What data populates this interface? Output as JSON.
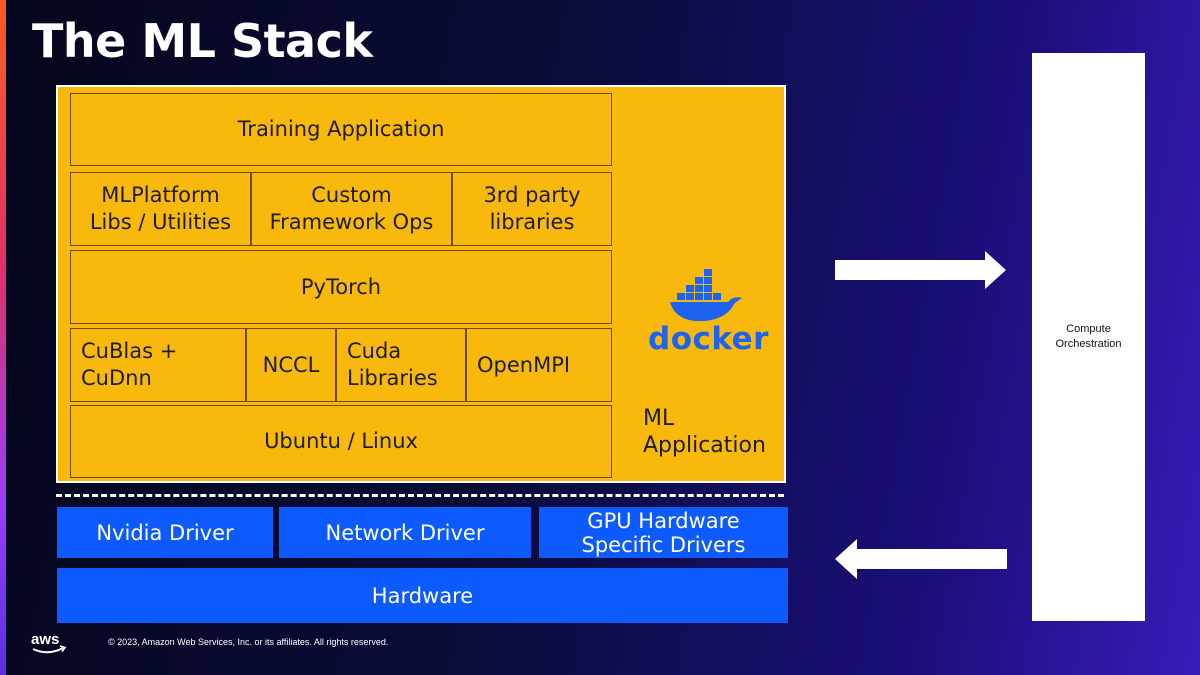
{
  "slide": {
    "title": "The ML Stack",
    "copyright": "© 2023, Amazon Web Services, Inc. or its affiliates. All rights reserved."
  },
  "ml_stack": {
    "training_application": "Training Application",
    "mlplatform_libs": "MLPlatform\nLibs / Utilities",
    "custom_framework_ops": "Custom\nFramework Ops",
    "third_party_libraries": "3rd party\nlibraries",
    "pytorch": "PyTorch",
    "cublas_cudnn": "CuBlas +\nCuDnn",
    "nccl": "NCCL",
    "cuda_libraries": "Cuda\nLibraries",
    "openmpi": "OpenMPI",
    "ubuntu_linux": "Ubuntu / Linux",
    "docker_wordmark": "docker",
    "ml_application": "ML\nApplication"
  },
  "drivers": {
    "nvidia_driver": "Nvidia Driver",
    "network_driver": "Network Driver",
    "gpu_specific_drivers": "GPU Hardware\nSpecific Drivers",
    "hardware": "Hardware"
  },
  "orchestration": {
    "label": "Compute\nOrchestration"
  },
  "icons": {
    "docker": "docker-whale-icon",
    "aws": "aws-logo",
    "arrow_right": "arrow-right-icon",
    "arrow_left": "arrow-left-icon"
  },
  "colors": {
    "stack_yellow": "#f8b80c",
    "driver_blue": "#0d5bff",
    "docker_blue": "#1d63ed",
    "orchestration_white": "#ffffff"
  }
}
